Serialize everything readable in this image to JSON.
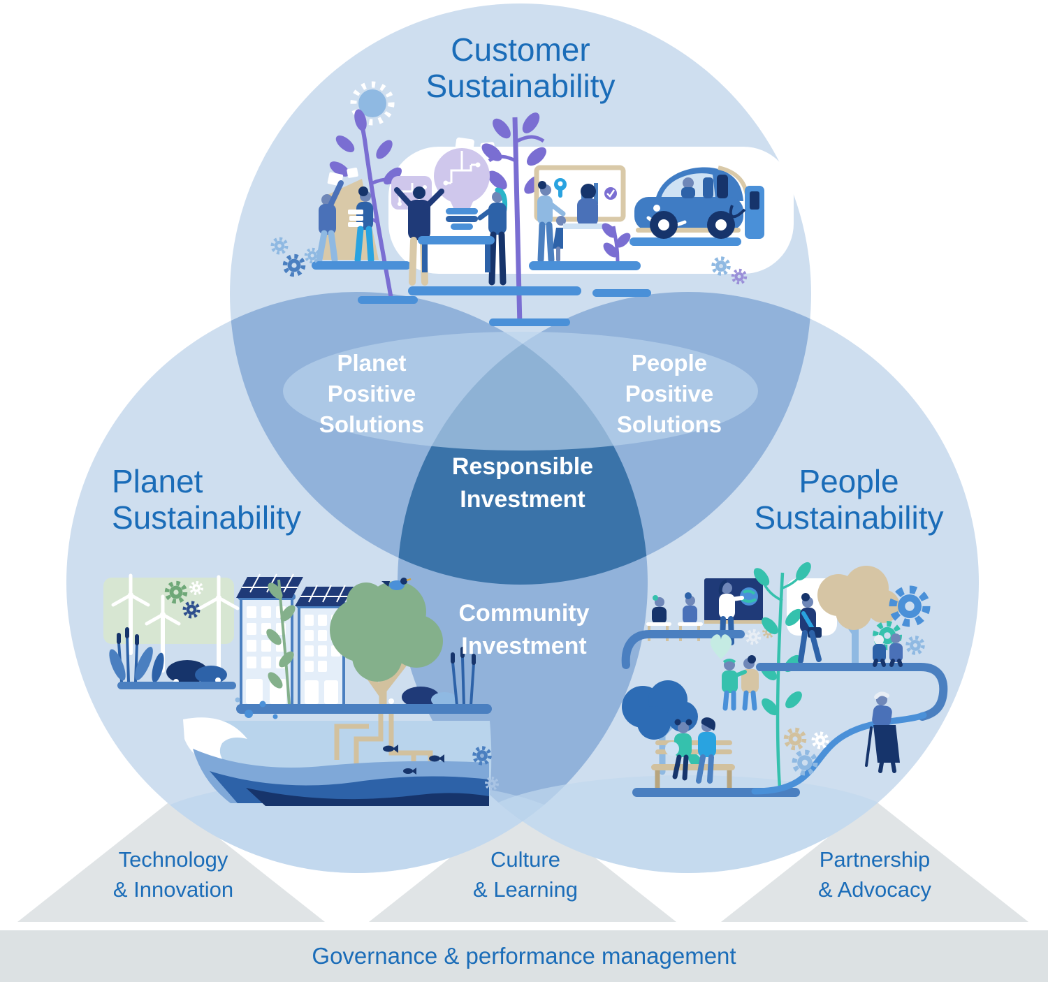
{
  "venn": {
    "customer_label": "Customer\nSustainability",
    "planet_label": "Planet\nSustainability",
    "people_label": "People\nSustainability",
    "planet_positive_label": "Planet\nPositive\nSolutions",
    "people_positive_label": "People\nPositive\nSolutions",
    "responsible_label": "Responsible\nInvestment",
    "community_label": "Community\nInvestment"
  },
  "foundations": [
    {
      "label": "Technology\n& Innovation"
    },
    {
      "label": "Culture\n& Learning"
    },
    {
      "label": "Partnership\n& Advocacy"
    }
  ],
  "governance": {
    "label": "Governance & performance management"
  },
  "colors": {
    "circle_fill": "#cedeef",
    "overlap_fill": "#91b2da",
    "center_fill": "#3a73a9",
    "heading_text": "#1a6cb8",
    "overlap_text": "#ffffff",
    "foundation_fill": "#e0e4e6",
    "governance_fill": "#dce1e3",
    "illustration_palette": {
      "navy": "#16346b",
      "deep_blue": "#1f3a78",
      "mid_blue": "#2d62a8",
      "blue": "#4a7fc0",
      "bright_blue": "#29a3e0",
      "sky": "#8fb9e2",
      "pale_blue": "#cfe2f4",
      "purple": "#7a6ed2",
      "lavender": "#cfc7ec",
      "tan": "#d9c9a8",
      "green": "#84b08b",
      "pale_green": "#d7e6d2",
      "teal": "#35c1ad",
      "white": "#ffffff"
    }
  }
}
